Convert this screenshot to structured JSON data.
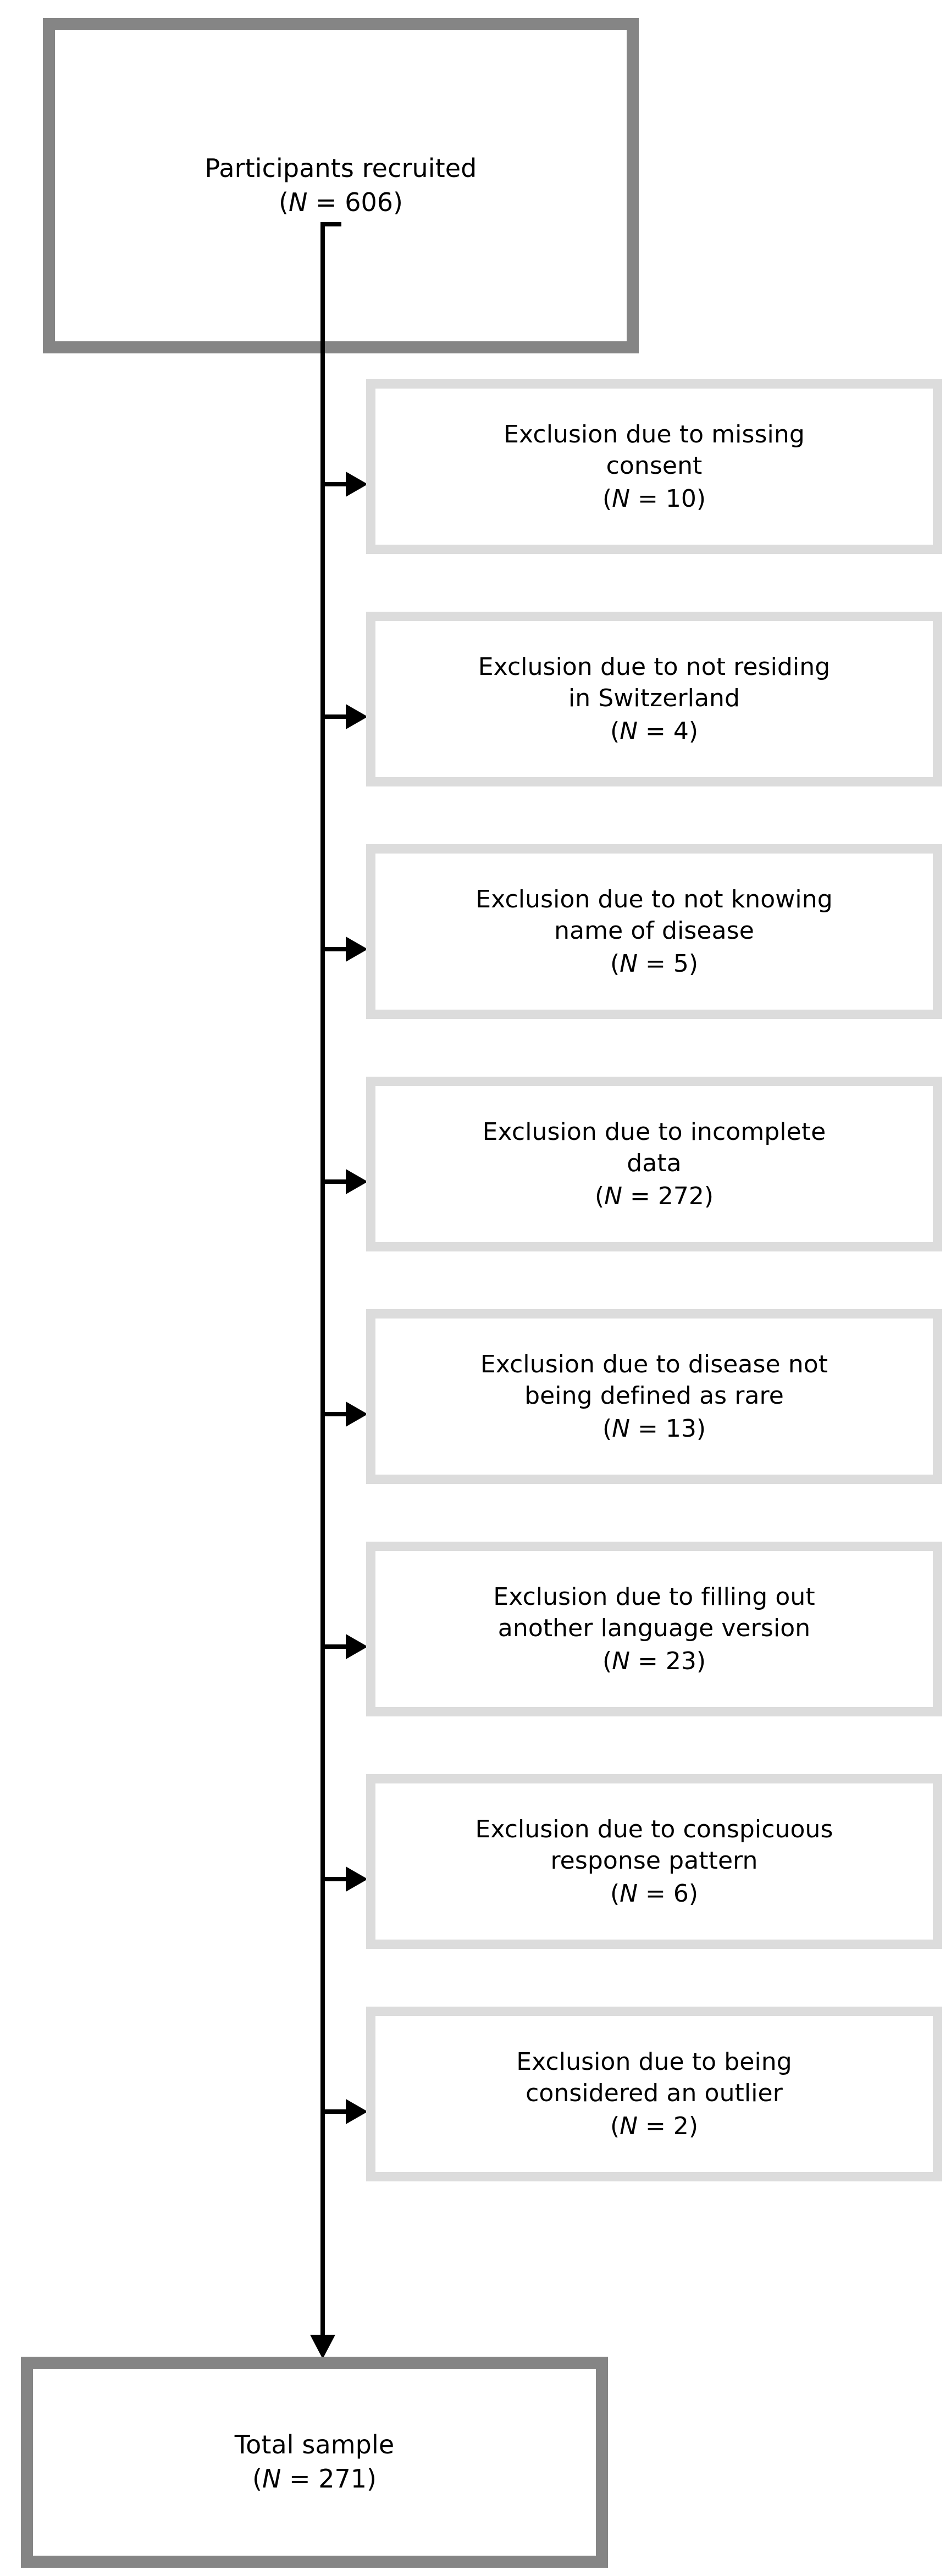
{
  "figure": {
    "type": "participant-flow-diagram",
    "nodes": {
      "start": {
        "label": "Participants recruited",
        "count_prefix": "(",
        "count_symbol": "N",
        "count_eq": " = ",
        "count_value": "606",
        "count_suffix": ")",
        "count_text": "(N = 606)",
        "n": 606
      },
      "end": {
        "label": "Total sample",
        "count_prefix": "(",
        "count_symbol": "N",
        "count_eq": " = ",
        "count_value": "271",
        "count_suffix": ")",
        "count_text": "(N = 271)",
        "n": 271
      }
    },
    "exclusions": [
      {
        "label": "Exclusion due to missing\nconsent",
        "count_prefix": "(",
        "count_symbol": "N",
        "count_eq": " = ",
        "count_value": "10",
        "count_suffix": ")",
        "count_text": "(N = 10)",
        "n": 10
      },
      {
        "label": "Exclusion due to not residing\nin Switzerland",
        "count_prefix": "(",
        "count_symbol": "N",
        "count_eq": " = ",
        "count_value": "4",
        "count_suffix": ")",
        "count_text": "(N = 4)",
        "n": 4
      },
      {
        "label": "Exclusion due to not knowing\nname of disease",
        "count_prefix": "(",
        "count_symbol": "N",
        "count_eq": " = ",
        "count_value": "5",
        "count_suffix": ")",
        "count_text": "(N = 5)",
        "n": 5
      },
      {
        "label": "Exclusion due to incomplete\ndata",
        "count_prefix": "(",
        "count_symbol": "N",
        "count_eq": " = ",
        "count_value": "272",
        "count_suffix": ")",
        "count_text": "(N = 272)",
        "n": 272
      },
      {
        "label": "Exclusion due to disease not\nbeing defined as rare",
        "count_prefix": "(",
        "count_symbol": "N",
        "count_eq": " = ",
        "count_value": "13",
        "count_suffix": ")",
        "count_text": "(N = 13)",
        "n": 13
      },
      {
        "label": "Exclusion due to filling out\nanother language version",
        "count_prefix": "(",
        "count_symbol": "N",
        "count_eq": " = ",
        "count_value": "23",
        "count_suffix": ")",
        "count_text": "(N = 23)",
        "n": 23
      },
      {
        "label": "Exclusion due to conspicuous\nresponse pattern",
        "count_prefix": "(",
        "count_symbol": "N",
        "count_eq": " = ",
        "count_value": "6",
        "count_suffix": ")",
        "count_text": "(N = 6)",
        "n": 6
      },
      {
        "label": "Exclusion due to being\nconsidered an outlier",
        "count_prefix": "(",
        "count_symbol": "N",
        "count_eq": " = ",
        "count_value": "2",
        "count_suffix": ")",
        "count_text": "(N = 2)",
        "n": 2
      }
    ],
    "colors": {
      "primary_border": "#858585",
      "exclusion_border": "#dcdcdc",
      "connector": "#000000",
      "box_fill": "#ffffff",
      "text": "#000000"
    }
  }
}
